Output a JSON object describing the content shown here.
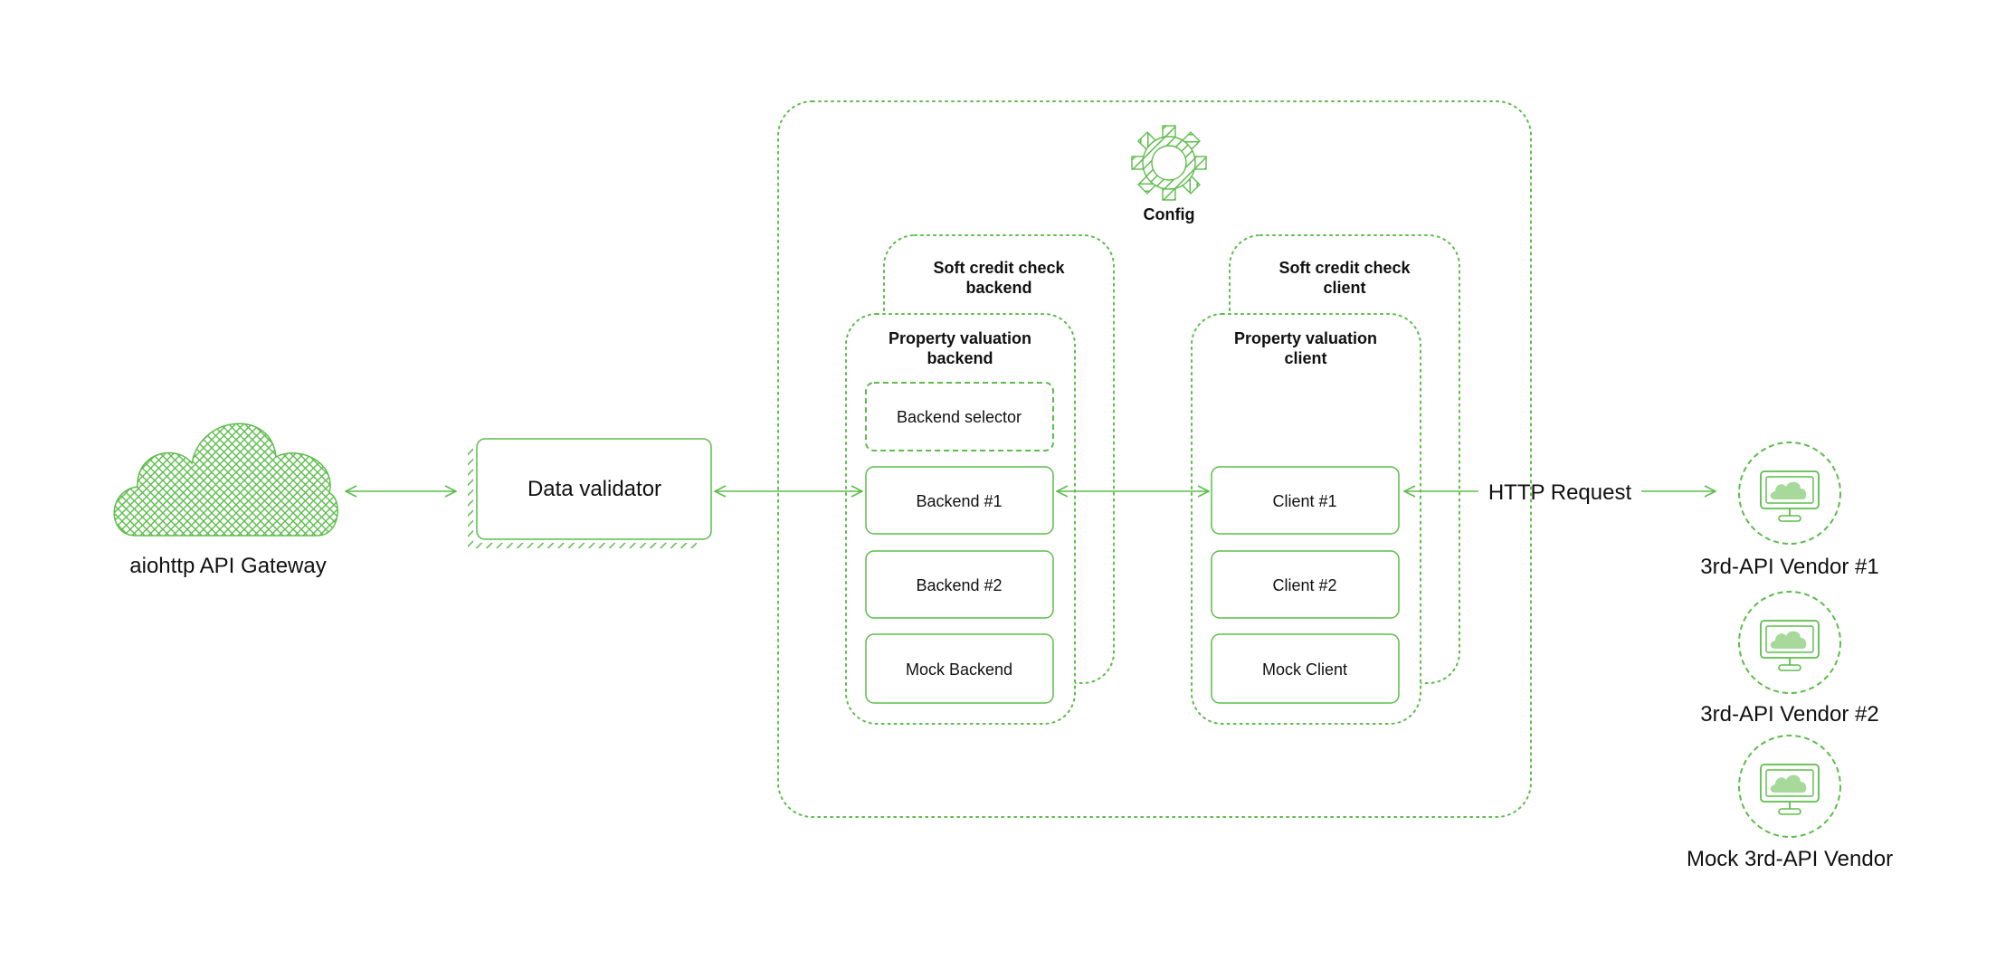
{
  "colors": {
    "stroke": "#5cbd4a",
    "fill_light": "#a6d99a",
    "text": "#111111"
  },
  "gateway": {
    "label": "aiohttp API Gateway",
    "icon": "cloud-icon"
  },
  "validator": {
    "label": "Data validator"
  },
  "config": {
    "label": "Config",
    "icon": "gear-icon"
  },
  "backend_stack": {
    "back_title_line1": "Soft credit check",
    "back_title_line2": "backend",
    "front_title_line1": "Property valuation",
    "front_title_line2": "backend",
    "items": [
      "Backend selector",
      "Backend #1",
      "Backend #2",
      "Mock Backend"
    ]
  },
  "client_stack": {
    "back_title_line1": "Soft credit check",
    "back_title_line2": "client",
    "front_title_line1": "Property valuation",
    "front_title_line2": "client",
    "items": [
      "Client #1",
      "Client #2",
      "Mock Client"
    ]
  },
  "http_request": {
    "label": "HTTP Request"
  },
  "vendors": [
    {
      "label": "3rd-API Vendor #1",
      "icon": "monitor-cloud-icon"
    },
    {
      "label": "3rd-API Vendor #2",
      "icon": "monitor-cloud-icon"
    },
    {
      "label": "Mock 3rd-API Vendor",
      "icon": "monitor-cloud-icon"
    }
  ]
}
